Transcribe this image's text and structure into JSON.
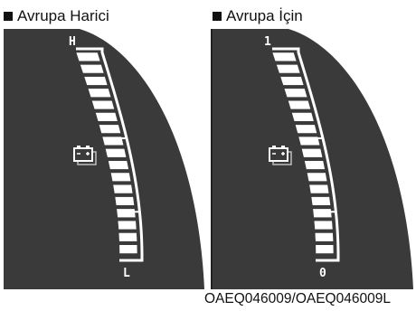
{
  "left_panel": {
    "caption": "Avrupa Harici",
    "top_label": "H",
    "bottom_label": "L",
    "segments_total": 17,
    "segments_lit": 17,
    "icon": "battery-charge-icon"
  },
  "right_panel": {
    "caption": "Avrupa İçin",
    "top_label": "1",
    "bottom_label": "0",
    "segments_total": 17,
    "segments_lit": 17,
    "icon": "battery-charge-icon"
  },
  "footer_code": "OAEQ046009/OAEQ046009L",
  "colors": {
    "background": "#3a3a3a",
    "segment": "#ffffff",
    "text": "#111111"
  }
}
